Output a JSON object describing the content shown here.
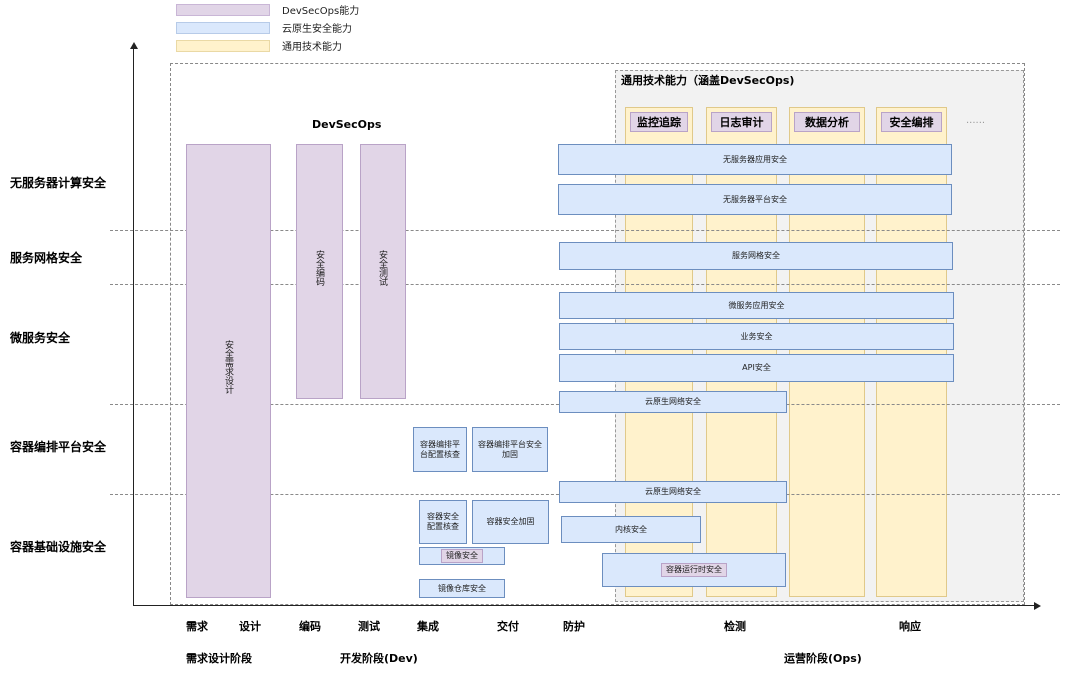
{
  "legend": [
    {
      "label": "DevSecOps能力",
      "color": "#e1d5e7"
    },
    {
      "label": "云原生安全能力",
      "color": "#dae8fc"
    },
    {
      "label": "通用技术能力",
      "color": "#fff2cc"
    }
  ],
  "rows": [
    "无服务器计算安全",
    "服务网格安全",
    "微服务安全",
    "容器编排平台安全",
    "容器基础设施安全"
  ],
  "ops_title": "通用技术能力（涵盖DevSecOps)",
  "capabilities": [
    "监控追踪",
    "日志审计",
    "数据分析",
    "安全编排"
  ],
  "ellipsis": "......",
  "devsecops_title": "DevSecOps",
  "devsecops_bars": [
    "安全需求设计",
    "安全编码",
    "安全测试"
  ],
  "cloud_boxes": {
    "serverless_app": "无服务器应用安全",
    "serverless_platform": "无服务器平台安全",
    "mesh": "服务网格安全",
    "microservice_app": "微服务应用安全",
    "business": "业务安全",
    "api": "API安全",
    "cloud_network_1": "云原生网络安全",
    "orchestration_check": "容器编排平台配置核查",
    "orchestration_hardening": "容器编排平台安全加固",
    "cloud_network_2": "云原生网络安全",
    "container_check": "容器安全配置核查",
    "container_hardening": "容器安全加固",
    "kernel": "内核安全",
    "image": "镜像安全",
    "runtime": "容器运行时安全",
    "registry": "镜像仓库安全"
  },
  "x_labels": [
    "需求",
    "设计",
    "编码",
    "测试",
    "集成",
    "交付",
    "防护",
    "检测",
    "响应"
  ],
  "phases": [
    "需求设计阶段",
    "开发阶段(Dev)",
    "运营阶段(Ops)"
  ]
}
